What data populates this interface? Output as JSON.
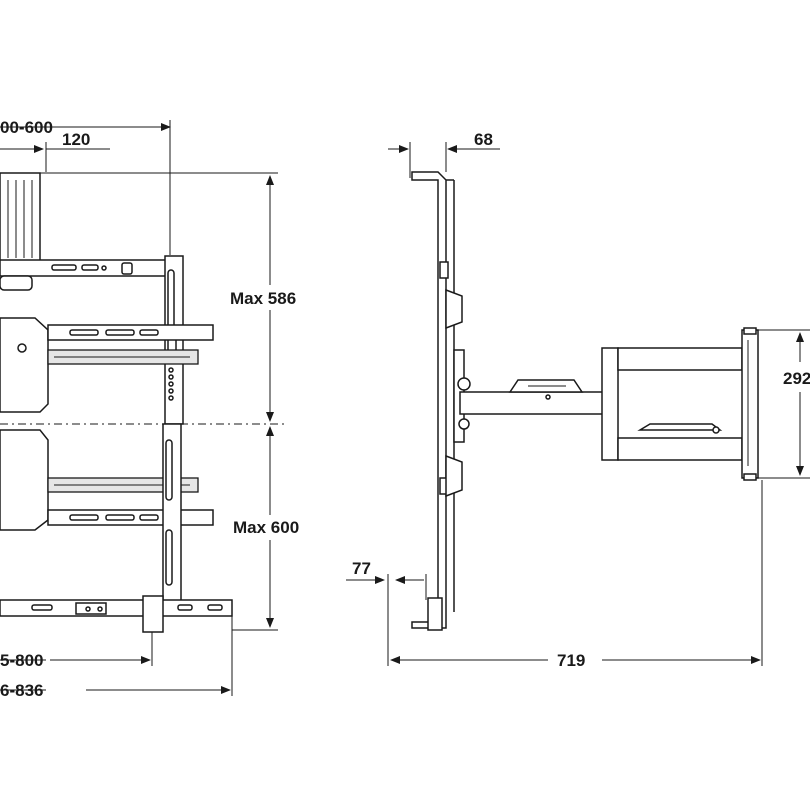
{
  "dimensions": {
    "top_width": "00-600",
    "offset_120": "120",
    "max_586": "Max  586",
    "max_600": "Max 600",
    "width_bottom_1": "5-800",
    "width_bottom_2": "6-836",
    "depth_68": "68",
    "depth_77": "77",
    "extension_719": "719",
    "height_292": "292"
  }
}
